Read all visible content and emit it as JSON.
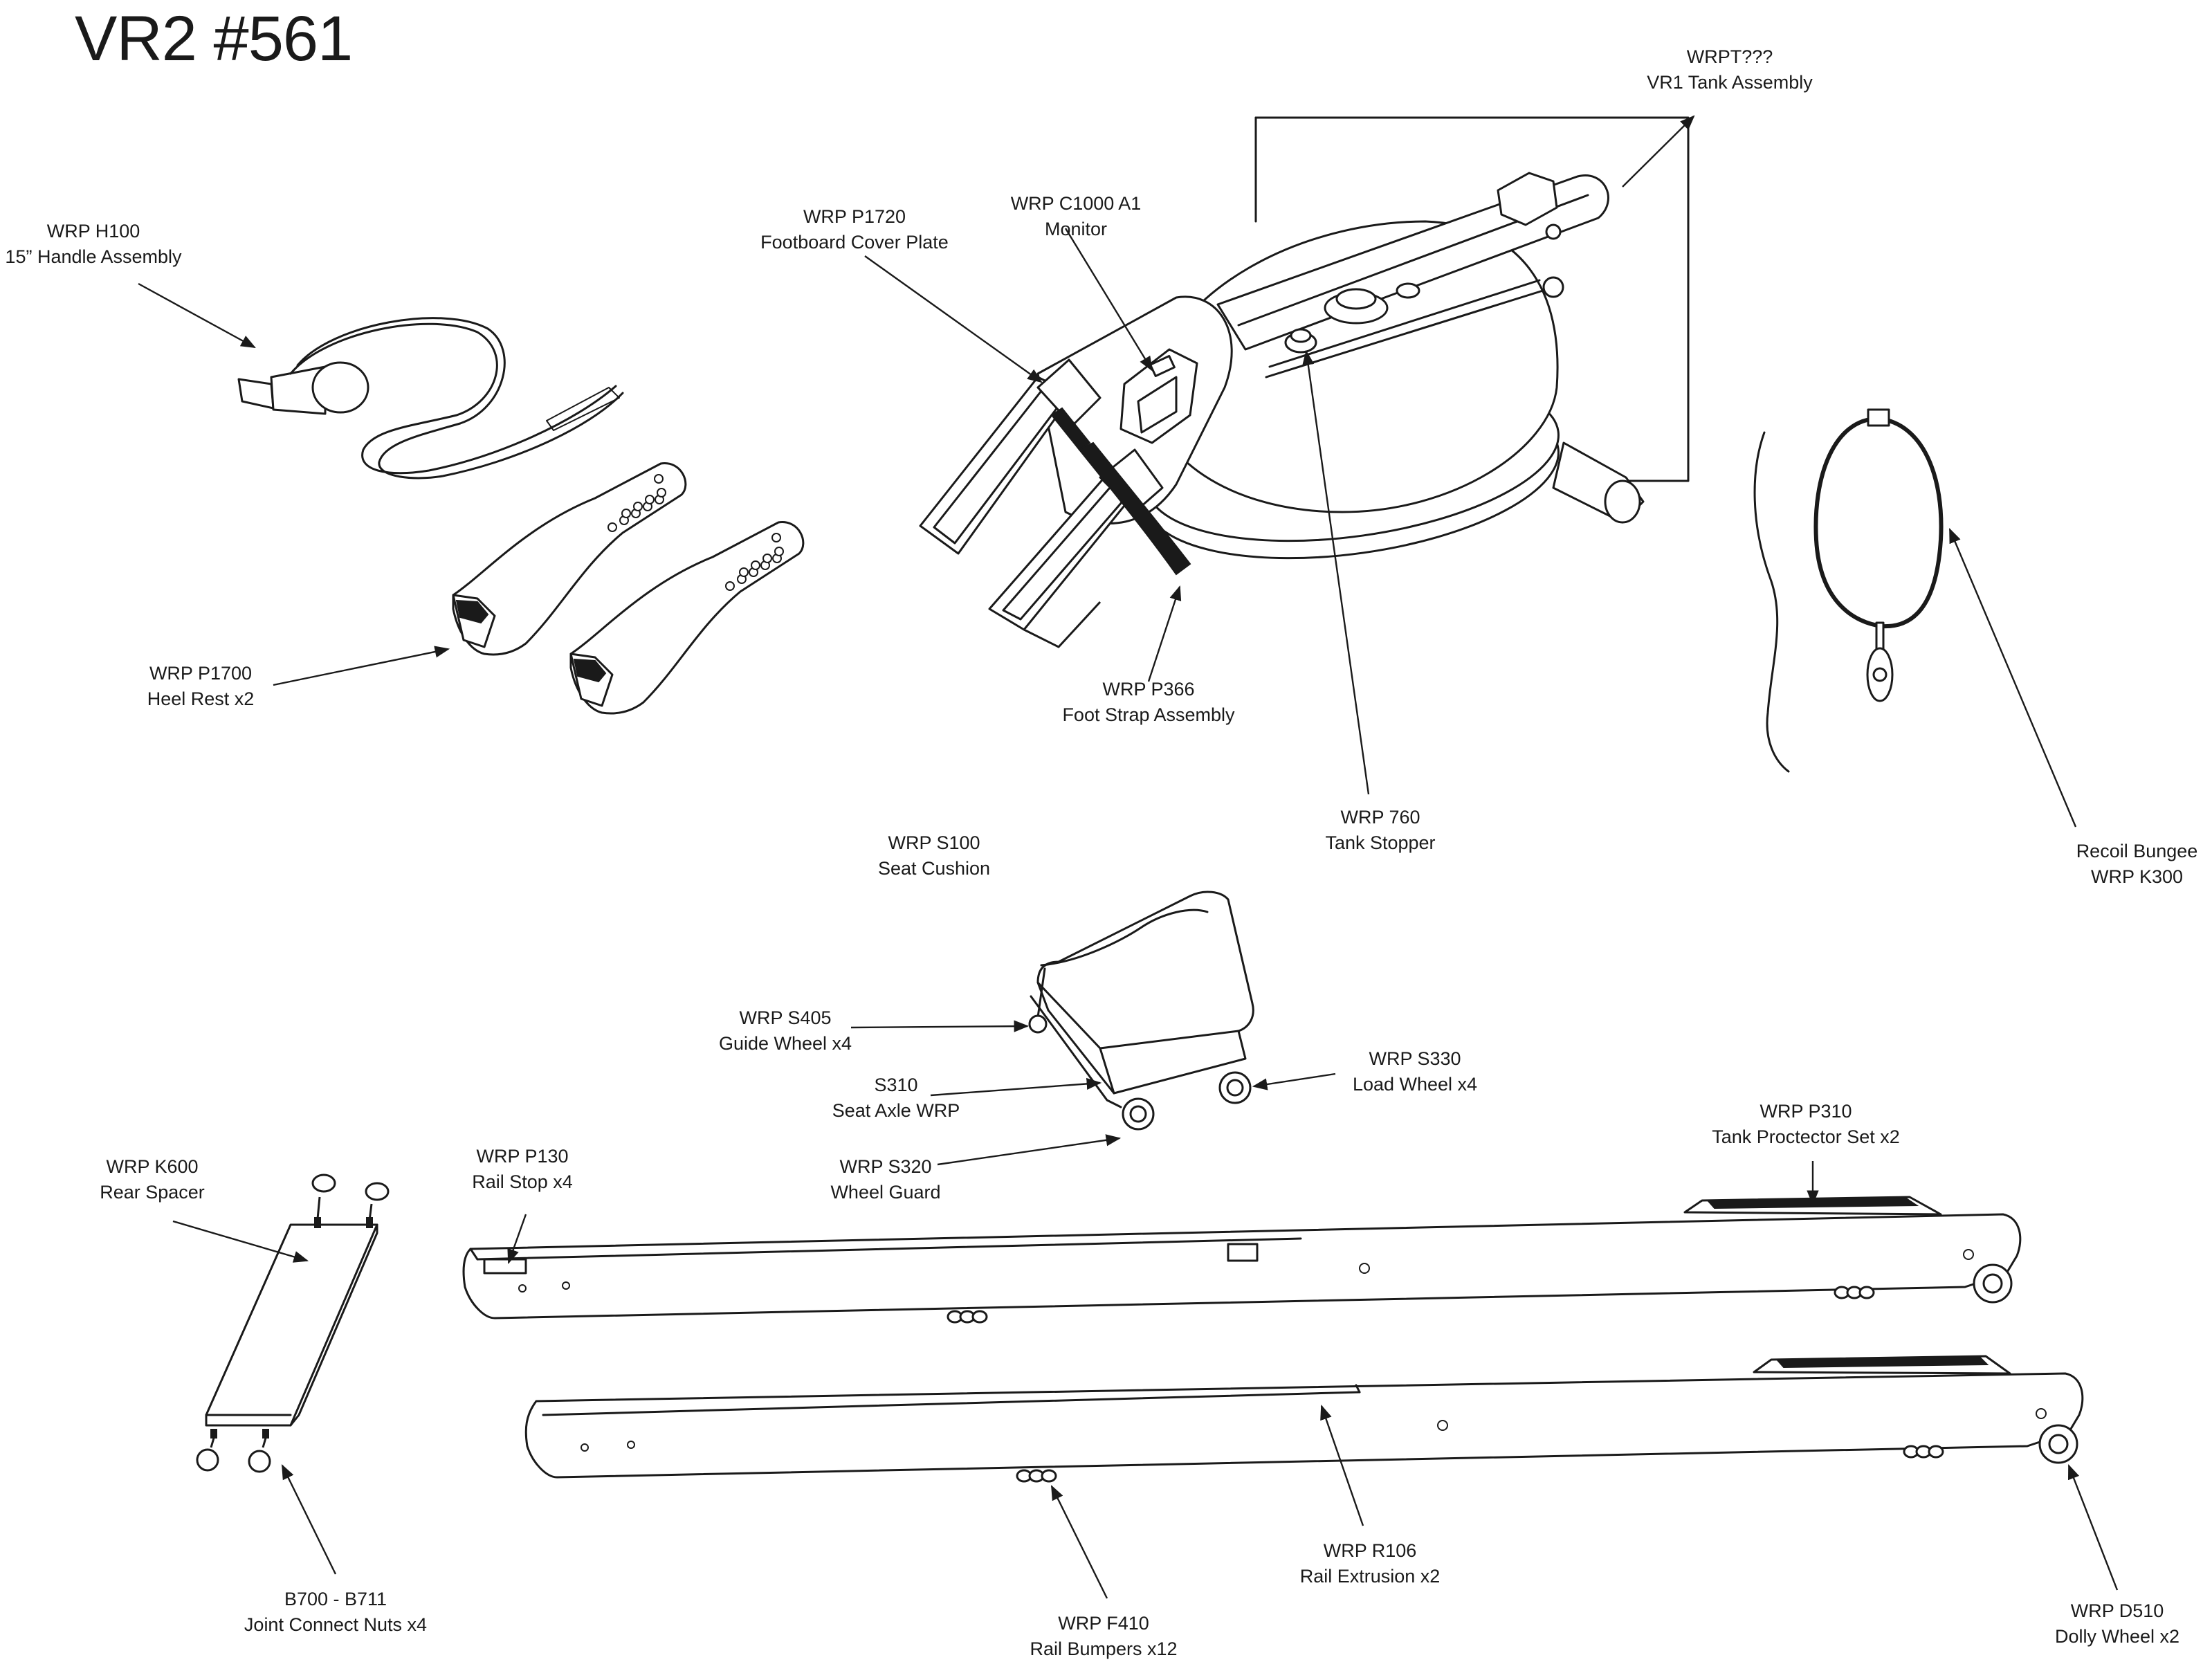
{
  "title": "VR2 #561",
  "parts": [
    {
      "id": "handle",
      "code": "WRP H100",
      "name": "15” Handle Assembly"
    },
    {
      "id": "heel",
      "code": "WRP P1700",
      "name": "Heel Rest x2"
    },
    {
      "id": "footboard",
      "code": "WRP P1720",
      "name": "Footboard Cover Plate"
    },
    {
      "id": "monitor",
      "code": "WRP C1000 A1",
      "name": "Monitor"
    },
    {
      "id": "tank",
      "code": "WRPT???",
      "name": "VR1 Tank Assembly"
    },
    {
      "id": "footstrap",
      "code": "WRP P366",
      "name": "Foot Strap Assembly"
    },
    {
      "id": "stopper",
      "code": "WRP 760",
      "name": "Tank Stopper"
    },
    {
      "id": "bungee",
      "code": "Recoil Bungee",
      "name": "WRP K300"
    },
    {
      "id": "seat",
      "code": "WRP S100",
      "name": "Seat Cushion"
    },
    {
      "id": "guidewheel",
      "code": "WRP S405",
      "name": "Guide Wheel x4"
    },
    {
      "id": "axle",
      "code": "S310",
      "name": "Seat Axle WRP"
    },
    {
      "id": "loadwheel",
      "code": "WRP S330",
      "name": "Load Wheel x4"
    },
    {
      "id": "wheelguard",
      "code": "WRP S320",
      "name": "Wheel Guard"
    },
    {
      "id": "railstop",
      "code": "WRP P130",
      "name": "Rail Stop x4"
    },
    {
      "id": "tankprotector",
      "code": "WRP P310",
      "name": "Tank Proctector Set x2"
    },
    {
      "id": "spacer",
      "code": "WRP K600",
      "name": "Rear Spacer"
    },
    {
      "id": "nuts",
      "code": "B700 - B711",
      "name": "Joint Connect Nuts x4"
    },
    {
      "id": "bumpers",
      "code": "WRP F410",
      "name": "Rail Bumpers x12"
    },
    {
      "id": "rail",
      "code": "WRP R106",
      "name": "Rail Extrusion x2"
    },
    {
      "id": "dolly",
      "code": "WRP D510",
      "name": "Dolly Wheel x2"
    }
  ]
}
